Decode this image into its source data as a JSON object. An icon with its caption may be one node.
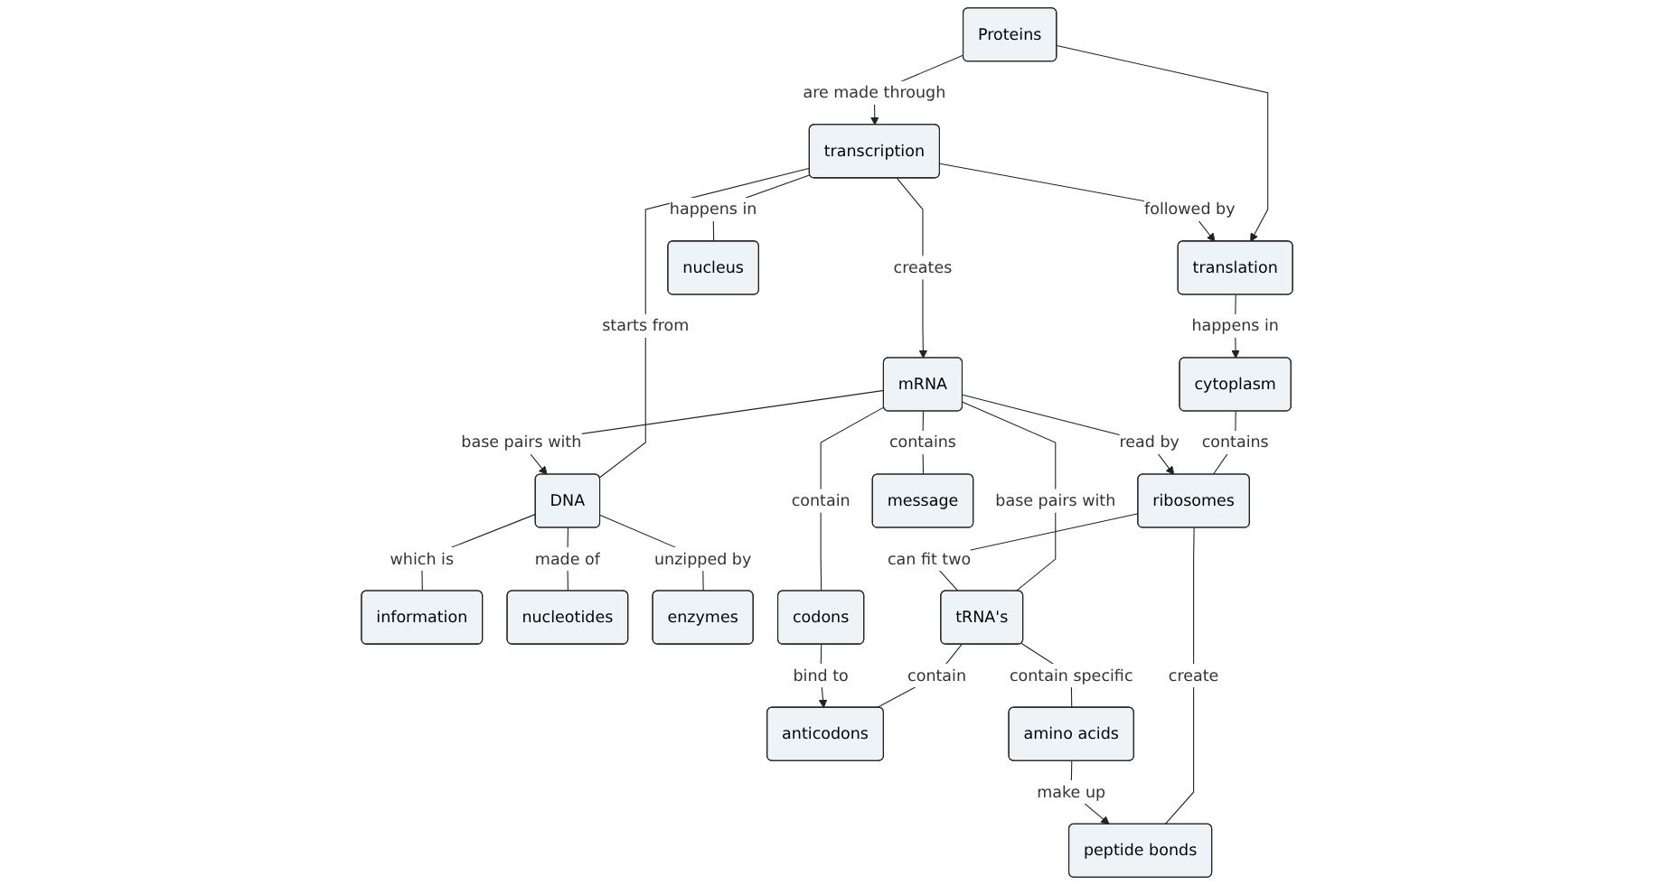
{
  "diagram": {
    "nodes": [
      {
        "text": [
          "Proteins"
        ]
      },
      {
        "text": [
          "transcription"
        ]
      },
      {
        "text": [
          "translation"
        ]
      },
      {
        "text": [
          "cytoplasm"
        ]
      },
      {
        "text": [
          "nucleus"
        ]
      },
      {
        "text": [
          "DNA"
        ]
      },
      {
        "text": [
          "mRNA"
        ]
      },
      {
        "text": [
          "ribosomes"
        ]
      },
      {
        "text": [
          "information"
        ]
      },
      {
        "text": [
          "nucleotides"
        ]
      },
      {
        "text": [
          "enzymes"
        ]
      },
      {
        "text": [
          "tRNA's"
        ]
      },
      {
        "text": [
          "message"
        ]
      },
      {
        "text": [
          "codons"
        ]
      },
      {
        "text": [
          "peptide bonds"
        ]
      },
      {
        "text": [
          "anticodons"
        ]
      },
      {
        "text": [
          "amino acids"
        ]
      }
    ],
    "edges": [
      {
        "from": 0,
        "to": 1,
        "arrow": "to",
        "label": "are made through"
      },
      {
        "from": 0,
        "to": 2,
        "arrow": "to"
      },
      {
        "from": 1,
        "to": 2,
        "arrow": "to",
        "label": "followed by"
      },
      {
        "from": 2,
        "to": 3,
        "arrow": "to",
        "label": "happens in"
      },
      {
        "from": 3,
        "to": 7,
        "arrow": "none",
        "label": "contains"
      },
      {
        "from": 1,
        "to": 4,
        "arrow": "none",
        "label": "happens in"
      },
      {
        "from": 1,
        "to": 5,
        "arrow": "none",
        "label": "starts from"
      },
      {
        "from": 1,
        "to": 6,
        "arrow": "to",
        "label": "creates"
      },
      {
        "from": 6,
        "to": 5,
        "arrow": "to",
        "label": "base pairs with"
      },
      {
        "from": 6,
        "to": 7,
        "arrow": "to",
        "label": "read by"
      },
      {
        "from": 5,
        "to": 8,
        "arrow": "none",
        "label": "which is"
      },
      {
        "from": 5,
        "to": 9,
        "arrow": "none",
        "label": "made of"
      },
      {
        "from": 5,
        "to": 10,
        "arrow": "none",
        "label": "unzipped by"
      },
      {
        "from": 6,
        "to": 11,
        "arrow": "none",
        "label": "base pairs with"
      },
      {
        "from": 7,
        "to": 11,
        "arrow": "none",
        "label": "can fit two"
      },
      {
        "from": 7,
        "to": 14,
        "arrow": "none",
        "label": "create"
      },
      {
        "from": 6,
        "to": 12,
        "arrow": "none",
        "label": "contains"
      },
      {
        "from": 6,
        "to": 13,
        "arrow": "none",
        "label": "contain"
      },
      {
        "from": 11,
        "to": 15,
        "arrow": "none",
        "label": "contain"
      },
      {
        "from": 11,
        "to": 16,
        "arrow": "none",
        "label": "contain specific"
      },
      {
        "from": 13,
        "to": 15,
        "arrow": "to",
        "label": "bind to"
      },
      {
        "from": 16,
        "to": 14,
        "arrow": "to",
        "label": "make up"
      }
    ]
  }
}
